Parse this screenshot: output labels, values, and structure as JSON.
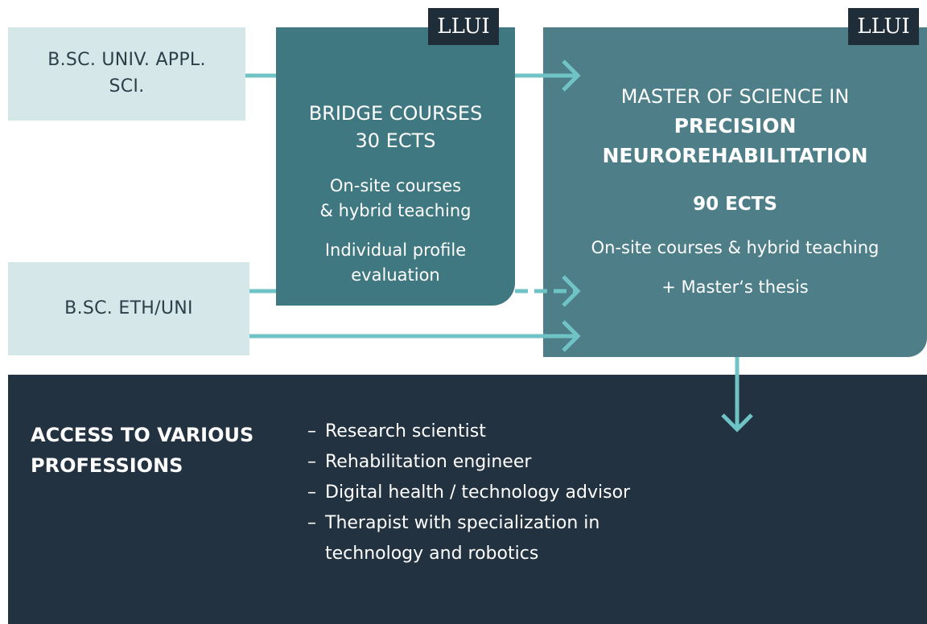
{
  "colors": {
    "light_box": "#d6e7ea",
    "bridge_box": "#3f7880",
    "master_box": "#4e7f89",
    "access_box": "#223240",
    "logo_box": "#1f2d38",
    "arrow": "#6fc3c5"
  },
  "logo_text": "LLUI",
  "entries": {
    "bsc_appl": [
      "B.SC. UNIV. APPL.",
      "SCI."
    ],
    "bsc_eth": "B.SC. ETH/UNI"
  },
  "bridge": {
    "title_line1": "BRIDGE COURSES",
    "title_line2": "30 ECTS",
    "desc_line1": "On-site courses",
    "desc_line2": "& hybrid teaching",
    "desc_line3": "Individual profile",
    "desc_line4": "evaluation"
  },
  "master": {
    "line1": "MASTER OF SCIENCE IN",
    "line2": "PRECISION",
    "line3": "NEUROREHABILITATION",
    "ects": "90 ECTS",
    "desc1": "On-site courses & hybrid teaching",
    "desc2": "+ Master‘s thesis"
  },
  "access": {
    "heading_line1": "ACCESS TO VARIOUS",
    "heading_line2": "PROFESSIONS",
    "professions": [
      "Research scientist",
      "Rehabilitation engineer",
      "Digital health / technology advisor",
      "Therapist with specialization in\ntechnology and robotics"
    ]
  }
}
